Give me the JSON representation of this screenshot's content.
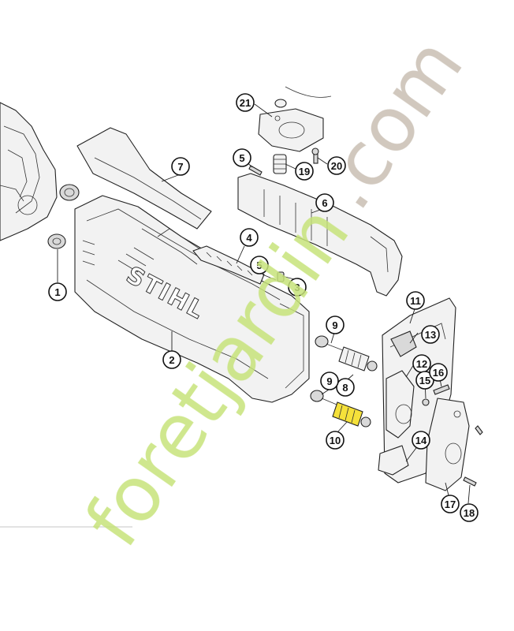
{
  "diagram": {
    "logo_text": "STIHL",
    "watermark": {
      "text_colored": "foretjardin",
      "text_suffix": ".com",
      "color_green": "#c7e37a",
      "color_orange": "#f3c89a",
      "color_gray": "#c9bfb3"
    },
    "highlight_color": "#f5e13a",
    "callouts": [
      {
        "id": "c1",
        "label": "1"
      },
      {
        "id": "c2",
        "label": "2"
      },
      {
        "id": "c3",
        "label": "3"
      },
      {
        "id": "c4",
        "label": "4"
      },
      {
        "id": "c5a",
        "label": "5"
      },
      {
        "id": "c5b",
        "label": "5"
      },
      {
        "id": "c6",
        "label": "6"
      },
      {
        "id": "c7",
        "label": "7"
      },
      {
        "id": "c8",
        "label": "8"
      },
      {
        "id": "c9a",
        "label": "9"
      },
      {
        "id": "c9b",
        "label": "9"
      },
      {
        "id": "c10",
        "label": "10"
      },
      {
        "id": "c11",
        "label": "11"
      },
      {
        "id": "c12",
        "label": "12"
      },
      {
        "id": "c13",
        "label": "13"
      },
      {
        "id": "c14",
        "label": "14"
      },
      {
        "id": "c15",
        "label": "15"
      },
      {
        "id": "c16",
        "label": "16"
      },
      {
        "id": "c17",
        "label": "17"
      },
      {
        "id": "c18",
        "label": "18"
      },
      {
        "id": "c19",
        "label": "19"
      },
      {
        "id": "c20",
        "label": "20"
      },
      {
        "id": "c21",
        "label": "21"
      }
    ]
  }
}
